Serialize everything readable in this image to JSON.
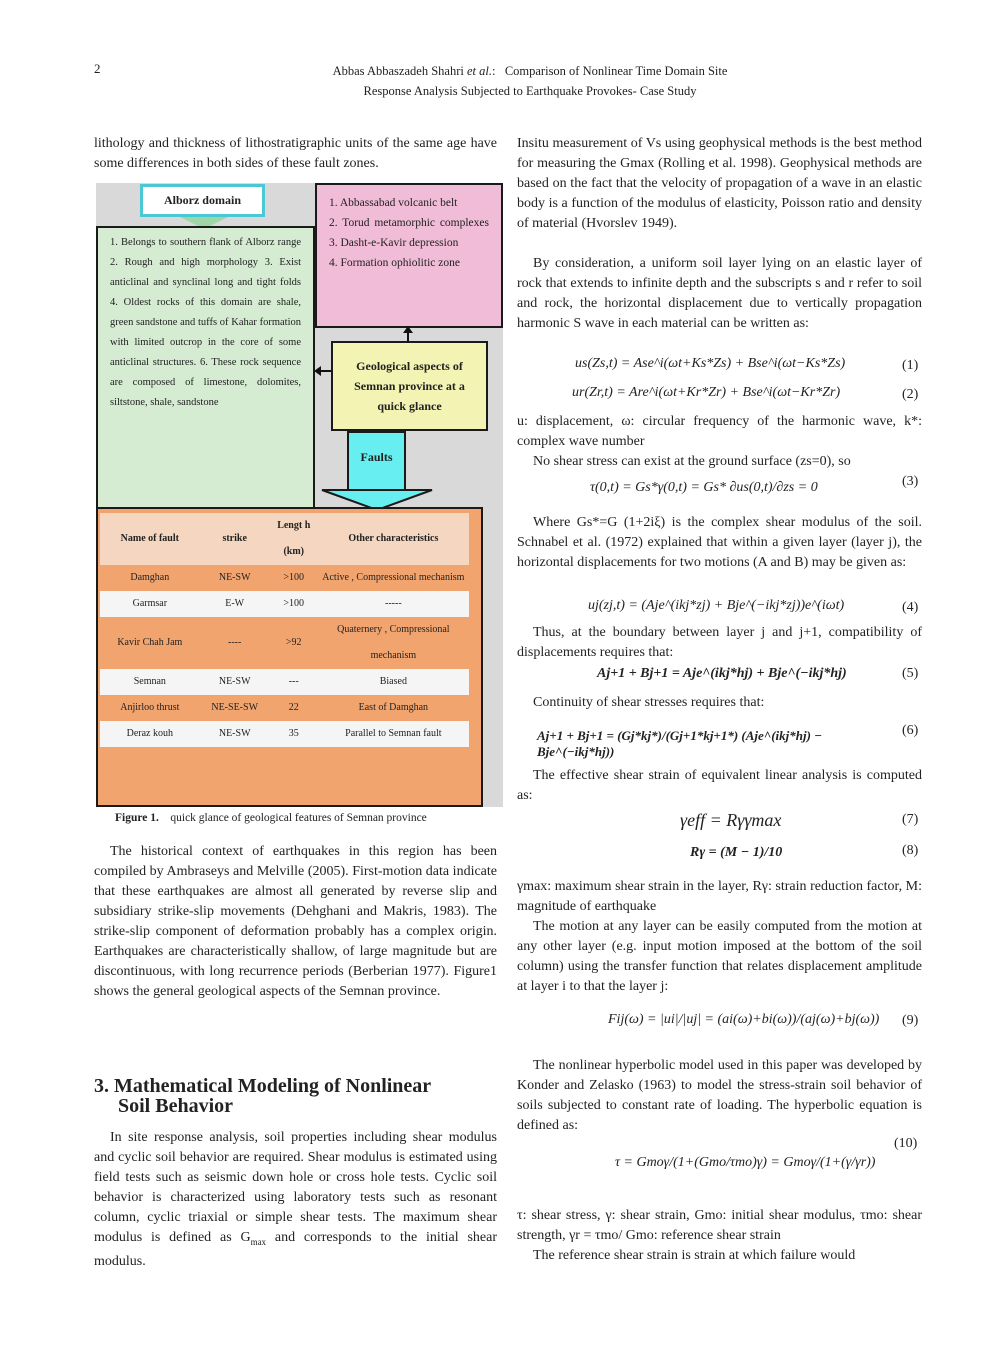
{
  "header": {
    "page_number": "2",
    "authors": "Abbas Abbaszadeh Shahri",
    "et_al": "et al.",
    "title_line1": "Comparison of Nonlinear Time Domain Site",
    "title_line2": "Response Analysis Subjected to Earthquake Provokes- Case Study"
  },
  "left": {
    "p1": "lithology and thickness of lithostratigraphic units of the same age have some differences in both sides of these fault zones.",
    "p2": "The historical context of earthquakes in this region has been compiled by Ambraseys and Melville (2005). First-motion data indicate that these earthquakes are almost all generated by reverse slip and subsidiary strike-slip movements (Dehghani and Makris, 1983). The strike-slip component of deformation probably has a complex origin. Earthquakes are characteristically shallow, of large magnitude but are discontinuous, with long recurrence periods (Berberian 1977). Figure1 shows the general geological aspects of the Semnan province.",
    "section_title_1": "3. Mathematical Modeling of Nonlinear",
    "section_title_2": "Soil Behavior",
    "p3": "In site response analysis, soil properties including shear modulus and cyclic soil behavior are required. Shear modulus is estimated using field tests such as seismic down hole or cross hole tests. Cyclic soil behavior is characterized using laboratory tests such as resonant column, cyclic triaxial or simple shear tests. The maximum shear modulus is defined as G",
    "p3_sub": "max",
    "p3_end": " and corresponds to the initial shear modulus."
  },
  "figure": {
    "alborz_title": "Alborz domain",
    "alborz_text": "1. Belongs to southern flank of Alborz range 2. Rough and high morphology 3. Exist anticlinal and synclinal long and tight folds 4. Oldest rocks of this domain are shale, green sandstone and tuffs of Kahar formation with limited outcrop in the core of some anticlinal structures. 6. These rock sequence are composed of limestone, dolomites, siltstone, shale, sandstone",
    "pink_items": [
      "1. Abbassabad volcanic belt",
      "2. Torud metamorphic complexes",
      "3. Dasht-e-Kavir depression",
      "4. Formation ophiolitic zone"
    ],
    "center_title": "Geological aspects of Semnan province at a quick glance",
    "faults_label": "Faults",
    "table_headers": [
      "Name of fault",
      "strike",
      "Lengt h (km)",
      "Other characteristics"
    ],
    "table_rows": [
      [
        "Damghan",
        "NE-SW",
        ">100",
        "Active , Compressional mechanism"
      ],
      [
        "Garmsar",
        "E-W",
        ">100",
        "-----"
      ],
      [
        "Kavir Chah Jam",
        "----",
        ">92",
        "Quaternery , Compressional mechanism"
      ],
      [
        "Semnan",
        "NE-SW",
        "---",
        "Biased"
      ],
      [
        "Anjirloo thrust",
        "NE-SE-SW",
        "22",
        "East of Damghan"
      ],
      [
        "Deraz kouh",
        "NE-SW",
        "35",
        "Parallel to Semnan fault"
      ]
    ],
    "caption_label": "Figure 1.",
    "caption_text": "quick glance of geological features of Semnan province"
  },
  "right": {
    "p1": "Insitu measurement of Vs using geophysical methods is the best method for measuring the Gmax (Rolling et al. 1998). Geophysical methods are based on the fact that the velocity of propagation of a wave in an elastic body is a function of the modulus of elasticity, Poisson ratio and density of material (Hvorslev 1949).",
    "p2": "By consideration, a uniform soil layer lying on an elastic layer of rock that extends to infinite depth and the subscripts s and r refer to soil and rock, the horizontal displacement due to vertically propagation harmonic S wave in each material can be written as:",
    "eq1": "us(Zs,t) = Ase^i(ωt+Ks*Zs) + Bse^i(ωt−Ks*Zs)",
    "eq2": "ur(Zr,t) = Are^i(ωt+Kr*Zr) + Bse^i(ωt−Kr*Zr)",
    "eq_nums": [
      "(1)",
      "(2)",
      "(3)",
      "(4)",
      "(5)",
      "(6)",
      "(7)",
      "(8)",
      "(9)",
      "(10)"
    ],
    "p3": "u: displacement, ω: circular frequency of the harmonic wave, k*: complex wave number",
    "p4": "No shear stress can exist at the ground surface (zs=0), so",
    "eq3": "τ(0,t) = Gs*γ(0,t) = Gs* ∂us(0,t)/∂zs = 0",
    "p5": "Where Gs*=G (1+2iξ) is the complex shear modulus of the soil. Schnabel et al. (1972) explained that within a given layer (layer j), the horizontal displacements for two motions (A and B) may be given as:",
    "eq4": "uj(zj,t) = (Aje^(ikj*zj) + Bje^(−ikj*zj))e^(iωt)",
    "p6": "Thus, at the boundary between layer j and j+1, compatibility of displacements requires that:",
    "eq5": "Aj+1 + Bj+1 = Aje^(ikj*hj) + Bje^(−ikj*hj)",
    "p7": "Continuity of shear stresses requires that:",
    "eq6": "Aj+1 + Bj+1 = (Gj*kj*)/(Gj+1*kj+1*) (Aje^(ikj*hj) − Bje^(−ikj*hj))",
    "p8": "The effective shear strain of equivalent linear analysis is computed as:",
    "eq7": "γeff = Rγγmax",
    "eq8": "Rγ = (M − 1)/10",
    "p9": "γmax: maximum shear strain in the layer, Rγ: strain reduction factor, M: magnitude of earthquake",
    "p10": "The motion at any layer can be easily computed from the motion at any other layer (e.g. input motion imposed at the bottom of the soil column) using the transfer function that relates displacement amplitude at layer i to that the layer j:",
    "eq9": "Fij(ω) = |ui|/|uj| = (ai(ω)+bi(ω))/(aj(ω)+bj(ω))",
    "p11": "The nonlinear hyperbolic model used in this paper was developed by Konder and Zelasko (1963) to model the stress-strain soil behavior of soils subjected to constant rate of loading. The hyperbolic equation is defined as:",
    "eq10": "τ = Gmoγ/(1+(Gmo/τmo)γ) = Gmoγ/(1+(γ/γr))",
    "p12": "τ: shear stress, γ: shear strain, Gmo: initial shear modulus, τmo: shear strength, γr = τmo/ Gmo: reference shear strain",
    "p13": "The reference shear strain is strain at which failure would"
  }
}
